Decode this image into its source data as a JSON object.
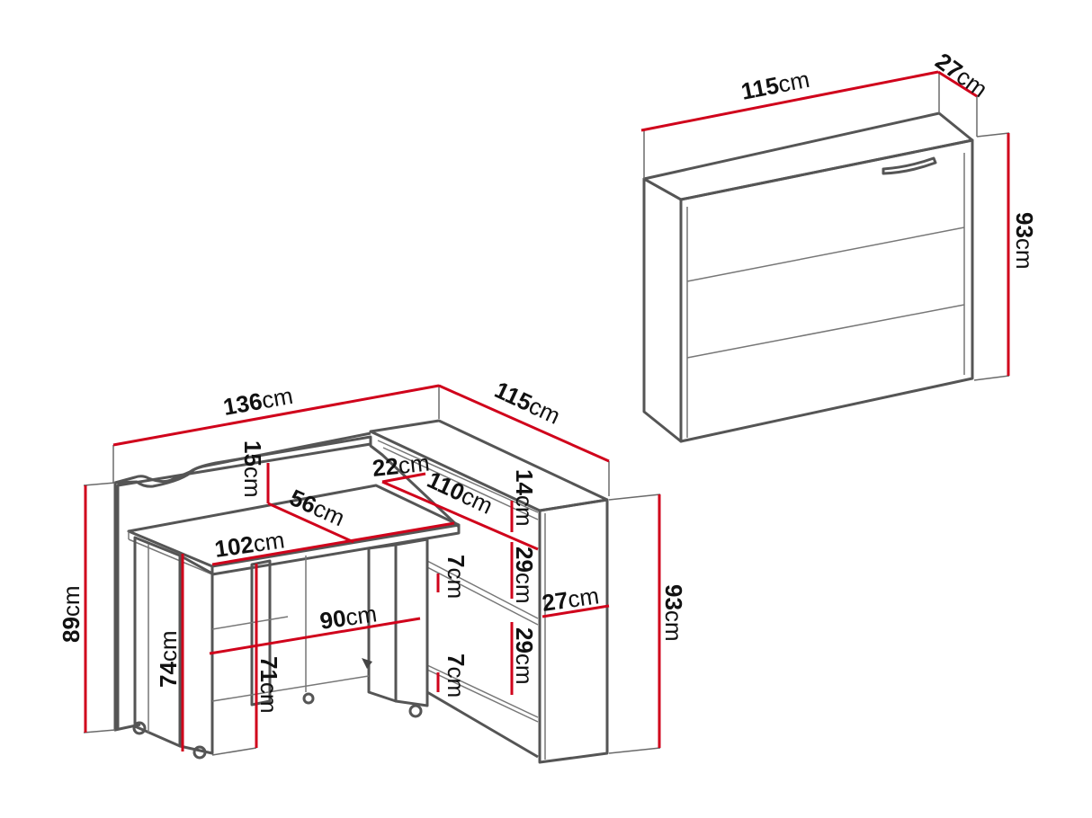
{
  "diagram": {
    "title": "Folding corner desk / wall cabinet dimension drawing",
    "colors": {
      "dimension_line": "#d0021b",
      "outline": "#555555",
      "text": "#111111",
      "background": "#ffffff"
    },
    "unit": "cm",
    "closed_view": {
      "width": "115",
      "depth": "27",
      "height": "93"
    },
    "open_view": {
      "total_width": "136",
      "cabinet_width": "115",
      "back_panel_height": "15",
      "desk_depth": "56",
      "desk_width": "102",
      "gap_22": "22",
      "shelf_length": "110",
      "top_gap": "14",
      "shelf_height_upper": "29",
      "shelf_height_lower": "29",
      "shelf_lip_upper": "7",
      "shelf_lip_lower": "7",
      "cabinet_depth": "27",
      "cabinet_height": "93",
      "knee_width": "90",
      "left_height": "89",
      "desk_height": "74",
      "knee_height": "71"
    }
  }
}
